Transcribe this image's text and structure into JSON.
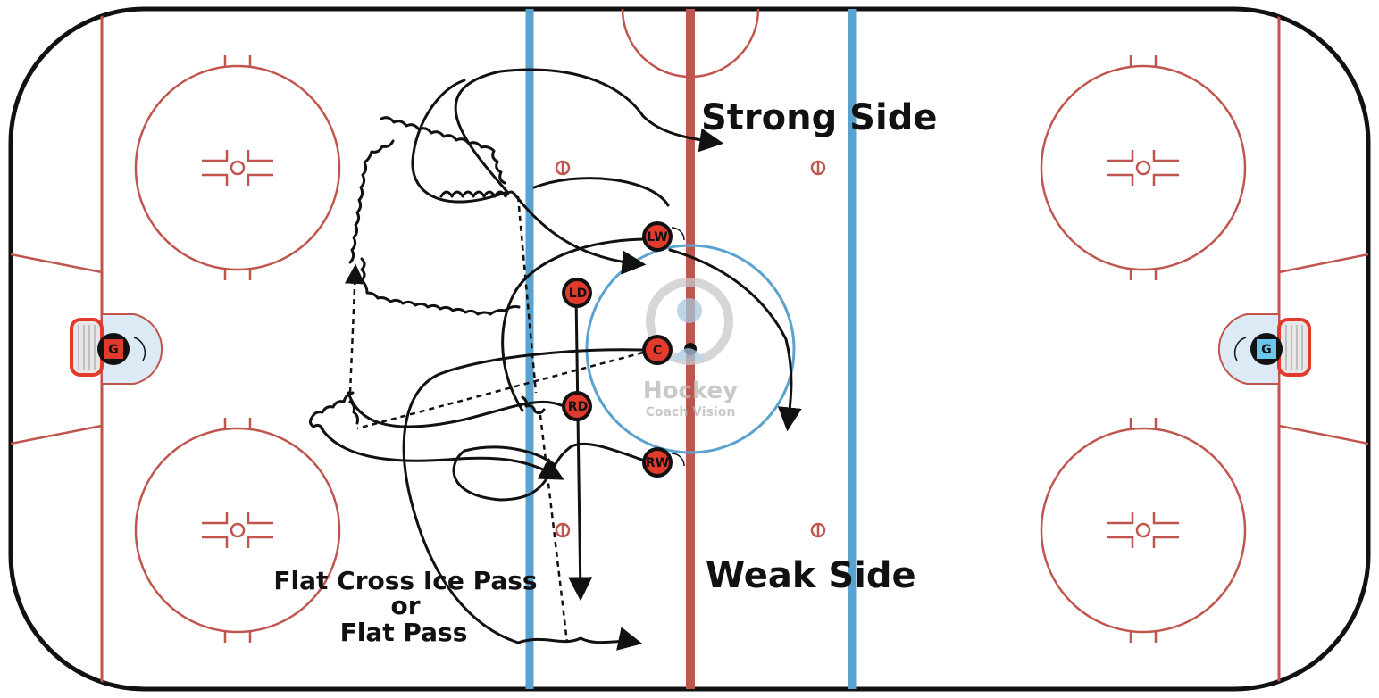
{
  "labels": {
    "strong_side": "Strong Side",
    "weak_side": "Weak Side",
    "pass_line1": "Flat Cross Ice Pass",
    "pass_line2": "or",
    "pass_line3": "Flat Pass"
  },
  "players": {
    "lw": "LW",
    "ld": "LD",
    "c": "C",
    "rd": "RD",
    "rw": "RW",
    "goalie_left": "G",
    "goalie_right": "G"
  },
  "logo": {
    "line1": "Hockey",
    "line2": "Coach Vision"
  },
  "colors": {
    "red_line": "#c0554d",
    "blue_line": "#5aa2cf",
    "team_red": "#e23b2e",
    "team_blue": "#6cc6ec"
  }
}
